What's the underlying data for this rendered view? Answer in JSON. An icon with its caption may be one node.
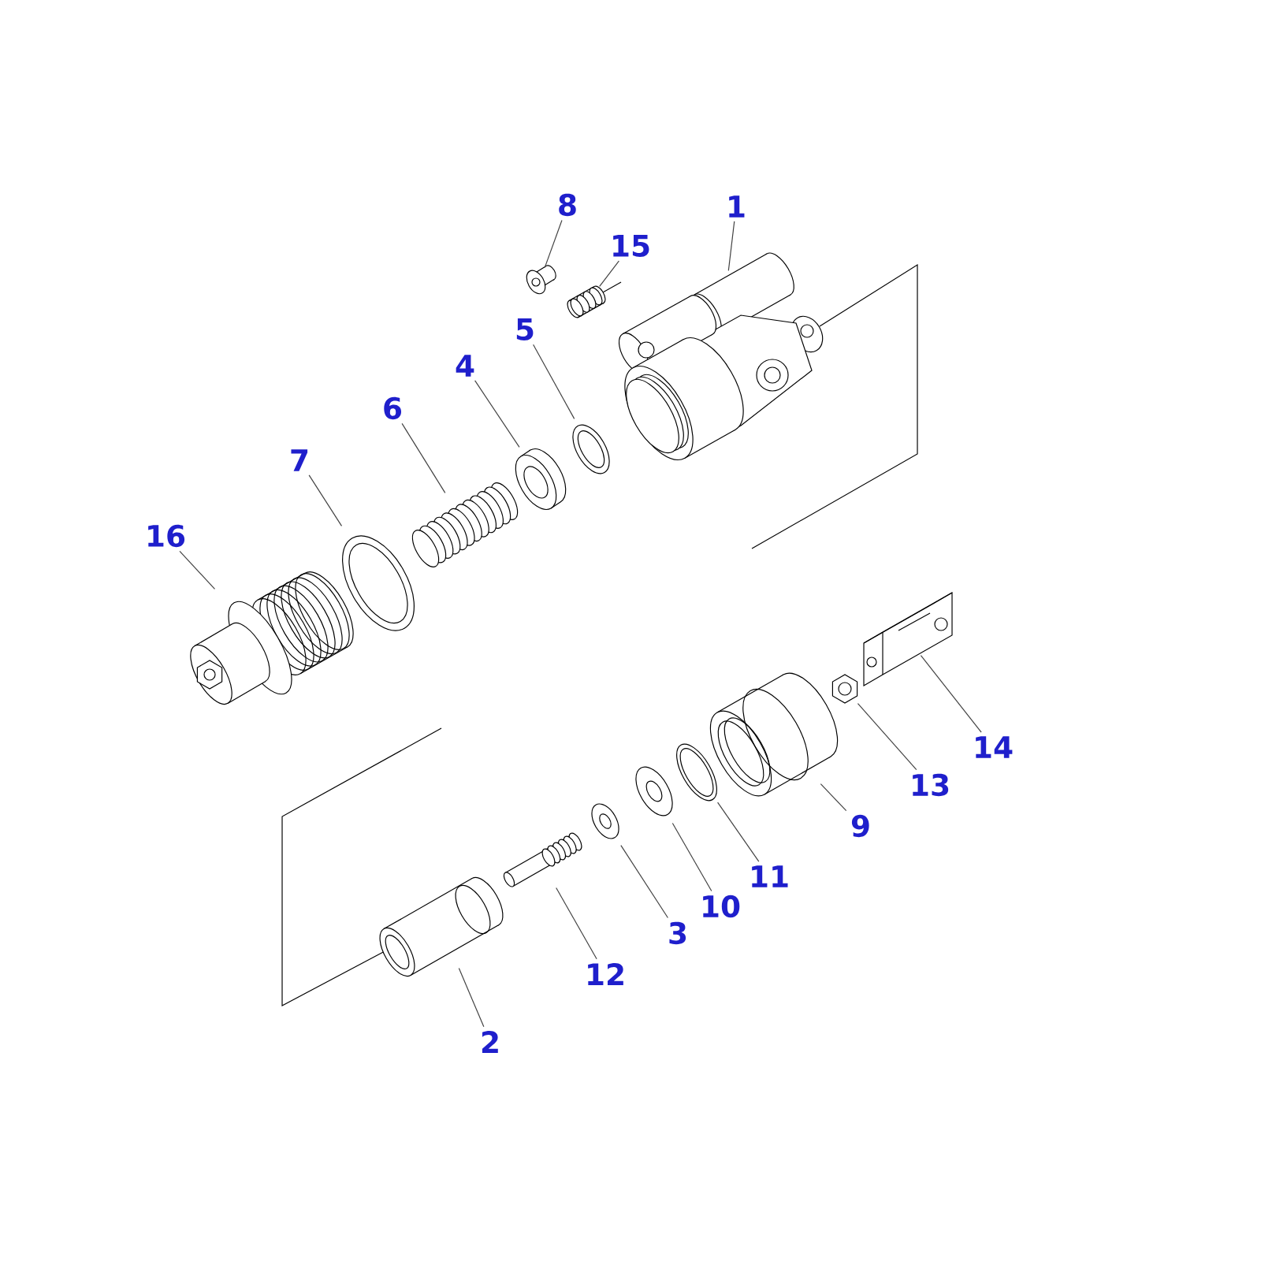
{
  "diagram": {
    "nodes": [
      {
        "text": [
          "8"
        ]
      },
      {
        "text": [
          "1"
        ]
      },
      {
        "text": [
          "15"
        ]
      },
      {
        "text": [
          "5"
        ]
      },
      {
        "text": [
          "4"
        ]
      },
      {
        "text": [
          "6"
        ]
      },
      {
        "text": [
          "7"
        ]
      },
      {
        "text": [
          "16"
        ]
      },
      {
        "text": [
          "14"
        ]
      },
      {
        "text": [
          "13"
        ]
      },
      {
        "text": [
          "9"
        ]
      },
      {
        "text": [
          "11"
        ]
      },
      {
        "text": [
          "10"
        ]
      },
      {
        "text": [
          "3"
        ]
      },
      {
        "text": [
          "12"
        ]
      },
      {
        "text": [
          "2"
        ]
      },
      {
        "text": [],
        "shape": "picture"
      },
      {
        "text": [],
        "shape": "picture"
      },
      {
        "text": [],
        "shape": "picture"
      },
      {
        "text": [],
        "shape": "picture"
      },
      {
        "text": [],
        "shape": "picture"
      },
      {
        "text": [],
        "shape": "picture"
      },
      {
        "text": [],
        "shape": "picture"
      },
      {
        "text": [],
        "shape": "picture"
      },
      {
        "text": [],
        "shape": "picture"
      },
      {
        "text": [],
        "shape": "picture"
      },
      {
        "text": [],
        "shape": "picture"
      },
      {
        "text": [],
        "shape": "picture"
      },
      {
        "text": [],
        "shape": "picture"
      },
      {
        "text": [],
        "shape": "picture"
      },
      {
        "text": [],
        "shape": "picture"
      },
      {
        "text": [],
        "shape": "picture"
      }
    ],
    "edges": [
      {
        "from": 0,
        "to": 16,
        "arrow": "none"
      },
      {
        "from": 1,
        "to": 17,
        "arrow": "none"
      },
      {
        "from": 2,
        "to": 18,
        "arrow": "none"
      },
      {
        "from": 3,
        "to": 19,
        "arrow": "none"
      },
      {
        "from": 4,
        "to": 20,
        "arrow": "none"
      },
      {
        "from": 5,
        "to": 21,
        "arrow": "none"
      },
      {
        "from": 6,
        "to": 22,
        "arrow": "none"
      },
      {
        "from": 7,
        "to": 23,
        "arrow": "none"
      },
      {
        "from": 8,
        "to": 24,
        "arrow": "none"
      },
      {
        "from": 9,
        "to": 25,
        "arrow": "none"
      },
      {
        "from": 10,
        "to": 26,
        "arrow": "none"
      },
      {
        "from": 11,
        "to": 27,
        "arrow": "none"
      },
      {
        "from": 12,
        "to": 28,
        "arrow": "none"
      },
      {
        "from": 13,
        "to": 29,
        "arrow": "none"
      },
      {
        "from": 14,
        "to": 30,
        "arrow": "none"
      },
      {
        "from": 15,
        "to": 31,
        "arrow": "none"
      }
    ]
  }
}
